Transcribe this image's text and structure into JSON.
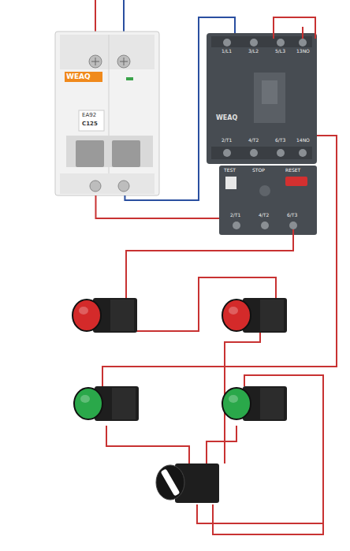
{
  "diagram": {
    "nodes": [
      {
        "text": [
          "WEAQ",
          "EA92",
          "C125"
        ]
      },
      {
        "text": [
          "WEAQ"
        ]
      },
      {
        "text": [
          "TEST",
          "STOP",
          "RESET"
        ]
      }
    ],
    "edges": [
      {
        "from": 0,
        "to": 1,
        "arrow": "none"
      },
      {
        "from": 0,
        "to": 2,
        "arrow": "none"
      }
    ],
    "labels": [
      "1/L1",
      "3/L2",
      "5/L3",
      "13NO",
      "2/T1",
      "4/T2",
      "6/T3",
      "14NO",
      "2/T1",
      "4/T2",
      "6/T3"
    ]
  }
}
